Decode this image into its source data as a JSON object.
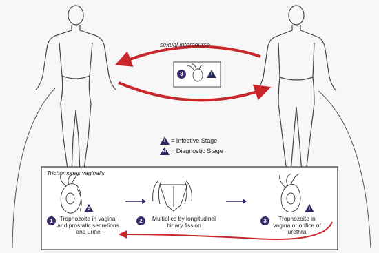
{
  "top": {
    "arrow_label": "sexual intercourse",
    "center_badge_number": "3"
  },
  "legend": {
    "infective": {
      "symbol": "i",
      "text": "= Infective Stage"
    },
    "diagnostic": {
      "symbol": "d",
      "text": "= Diagnostic Stage"
    }
  },
  "inset": {
    "title": "Trichomonas vaginalis",
    "stages": [
      {
        "number": "1",
        "text": "Trophozoite in vaginal and prostatic secretions and urine",
        "symbol": "d"
      },
      {
        "number": "2",
        "text": "Multiplies by longitudinal binary fission"
      },
      {
        "number": "3",
        "text": "Trophozoite in vagina or orifice of urethra",
        "symbol": "i"
      }
    ]
  },
  "colors": {
    "arrow_red": "#c8262a",
    "badge_purple": "#3a2a6a",
    "outline": "#333333"
  }
}
